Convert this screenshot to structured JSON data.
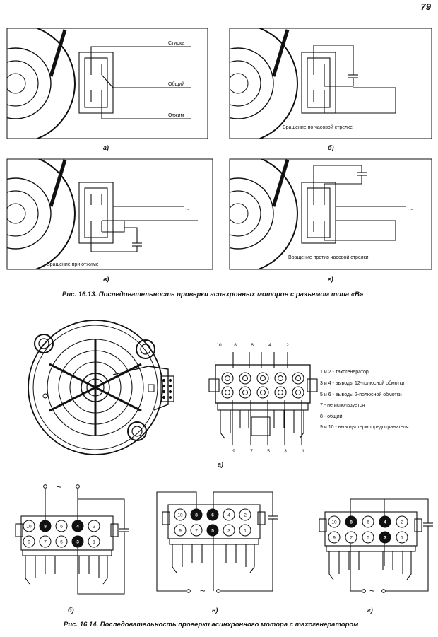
{
  "page_number": "79",
  "fig13": {
    "caption": "Рис. 16.13. Последовательность проверки асинхронных моторов с разъемом типа «В»",
    "panels": [
      {
        "letter": "а)",
        "labels": [
          "Стирка",
          "Общий",
          "Отжим"
        ]
      },
      {
        "letter": "б)",
        "labels": [
          "Вращение по часовой стрелке"
        ]
      },
      {
        "letter": "в)",
        "labels": [
          "Вращение при отжиме",
          "~"
        ]
      },
      {
        "letter": "г)",
        "labels": [
          "Вращение против часовой стрелки",
          "~"
        ]
      }
    ]
  },
  "fig14": {
    "caption": "Рис. 16.14. Последовательность проверки асинхронного мотора с тахогенератором",
    "panel_a_letter": "а)",
    "pin_top_labels": [
      "10",
      "8",
      "6",
      "4",
      "2"
    ],
    "pin_bottom_labels": [
      "9",
      "7",
      "5",
      "3",
      "1"
    ],
    "legend": [
      "1 и 2 - тахогенератор",
      "3 и 4 - выводы 12-полюсной обмотки",
      "5 и 6 - выводы 2-полюсной обмотки",
      "7 - не используется",
      "8 - общий",
      "9 и 10 - выводы термопредохранителя"
    ],
    "connectors": [
      {
        "letter": "б)",
        "tilde": "~",
        "top": [
          "10",
          "8",
          "6",
          "4",
          "2"
        ],
        "bottom": [
          "9",
          "7",
          "5",
          "3",
          "1"
        ],
        "filled": [
          "8",
          "4",
          "3"
        ]
      },
      {
        "letter": "в)",
        "tilde": "~",
        "top": [
          "10",
          "8",
          "6",
          "4",
          "2"
        ],
        "bottom": [
          "9",
          "7",
          "5",
          "3",
          "1"
        ],
        "filled": [
          "8",
          "6",
          "5"
        ]
      },
      {
        "letter": "г)",
        "tilde": "~",
        "top": [
          "10",
          "8",
          "6",
          "4",
          "2"
        ],
        "bottom": [
          "9",
          "7",
          "5",
          "3",
          "1"
        ],
        "filled": [
          "8",
          "4",
          "3"
        ]
      }
    ]
  }
}
